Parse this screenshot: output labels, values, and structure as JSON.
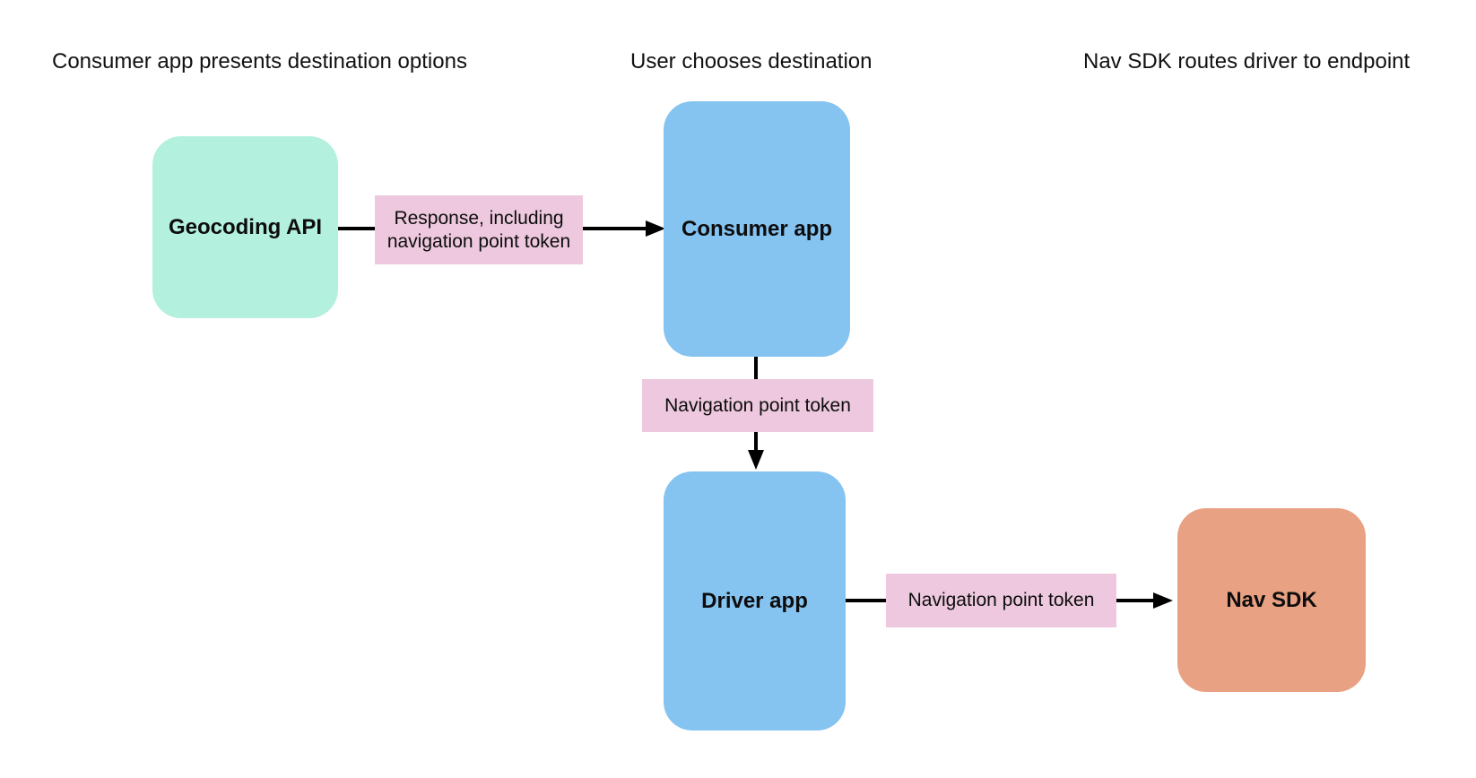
{
  "diagram": {
    "lane_headers": [
      {
        "label": "Consumer app presents destination options"
      },
      {
        "label": "User chooses destination"
      },
      {
        "label": "Nav SDK routes driver to endpoint"
      }
    ],
    "nodes": [
      {
        "id": "geocoding-api",
        "label": "Geocoding API",
        "color": "#b3f0dd"
      },
      {
        "id": "consumer-app",
        "label": "Consumer app",
        "color": "#85c3f0"
      },
      {
        "id": "driver-app",
        "label": "Driver app",
        "color": "#85c3f0"
      },
      {
        "id": "nav-sdk",
        "label": "Nav SDK",
        "color": "#e9a184"
      }
    ],
    "edges": [
      {
        "from": "geocoding-api",
        "to": "consumer-app",
        "label": "Response, including navigation point token"
      },
      {
        "from": "consumer-app",
        "to": "driver-app",
        "label": "Navigation point token"
      },
      {
        "from": "driver-app",
        "to": "nav-sdk",
        "label": "Navigation point token"
      }
    ],
    "colors": {
      "edge_label_bg": "#edc8de",
      "arrow": "#000000",
      "background": "#ffffff",
      "text": "#0d0d0d"
    }
  }
}
